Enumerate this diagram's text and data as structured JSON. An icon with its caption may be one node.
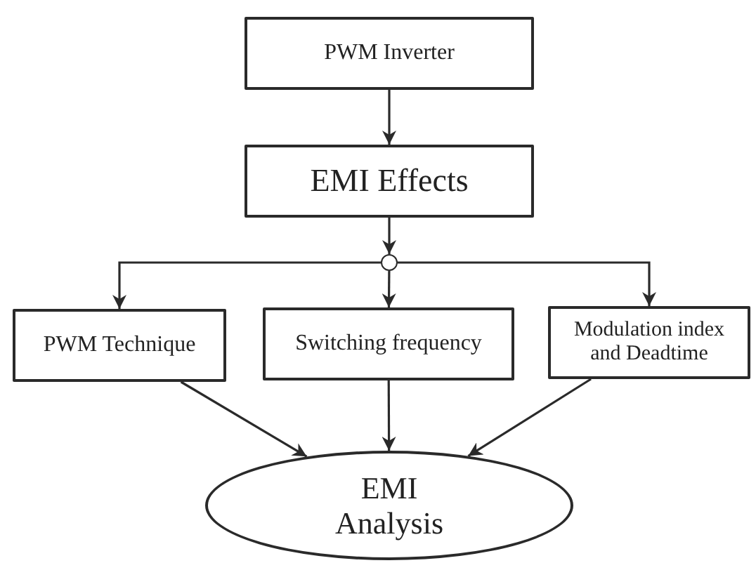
{
  "diagram": {
    "nodes": [
      {
        "text": [
          "PWM Inverter"
        ]
      },
      {
        "text": [
          "EMI Effects"
        ]
      },
      {
        "text": [],
        "shape": "circle"
      },
      {
        "text": [
          "PWM Technique"
        ]
      },
      {
        "text": [
          "Switching frequency"
        ]
      },
      {
        "text": [
          "Modulation index and Deadtime"
        ]
      },
      {
        "text": [
          "EMI Analysis"
        ]
      }
    ],
    "edges": [
      {
        "from": 0,
        "to": 1,
        "arrow": "to"
      },
      {
        "from": 1,
        "to": 2,
        "arrow": "to"
      },
      {
        "from": 2,
        "to": 3,
        "arrow": "to"
      },
      {
        "from": 2,
        "to": 4,
        "arrow": "to"
      },
      {
        "from": 2,
        "to": 5,
        "arrow": "to"
      },
      {
        "from": 3,
        "to": 6,
        "arrow": "to"
      },
      {
        "from": 4,
        "to": 6,
        "arrow": "to"
      },
      {
        "from": 5,
        "to": 6,
        "arrow": "to"
      }
    ]
  }
}
